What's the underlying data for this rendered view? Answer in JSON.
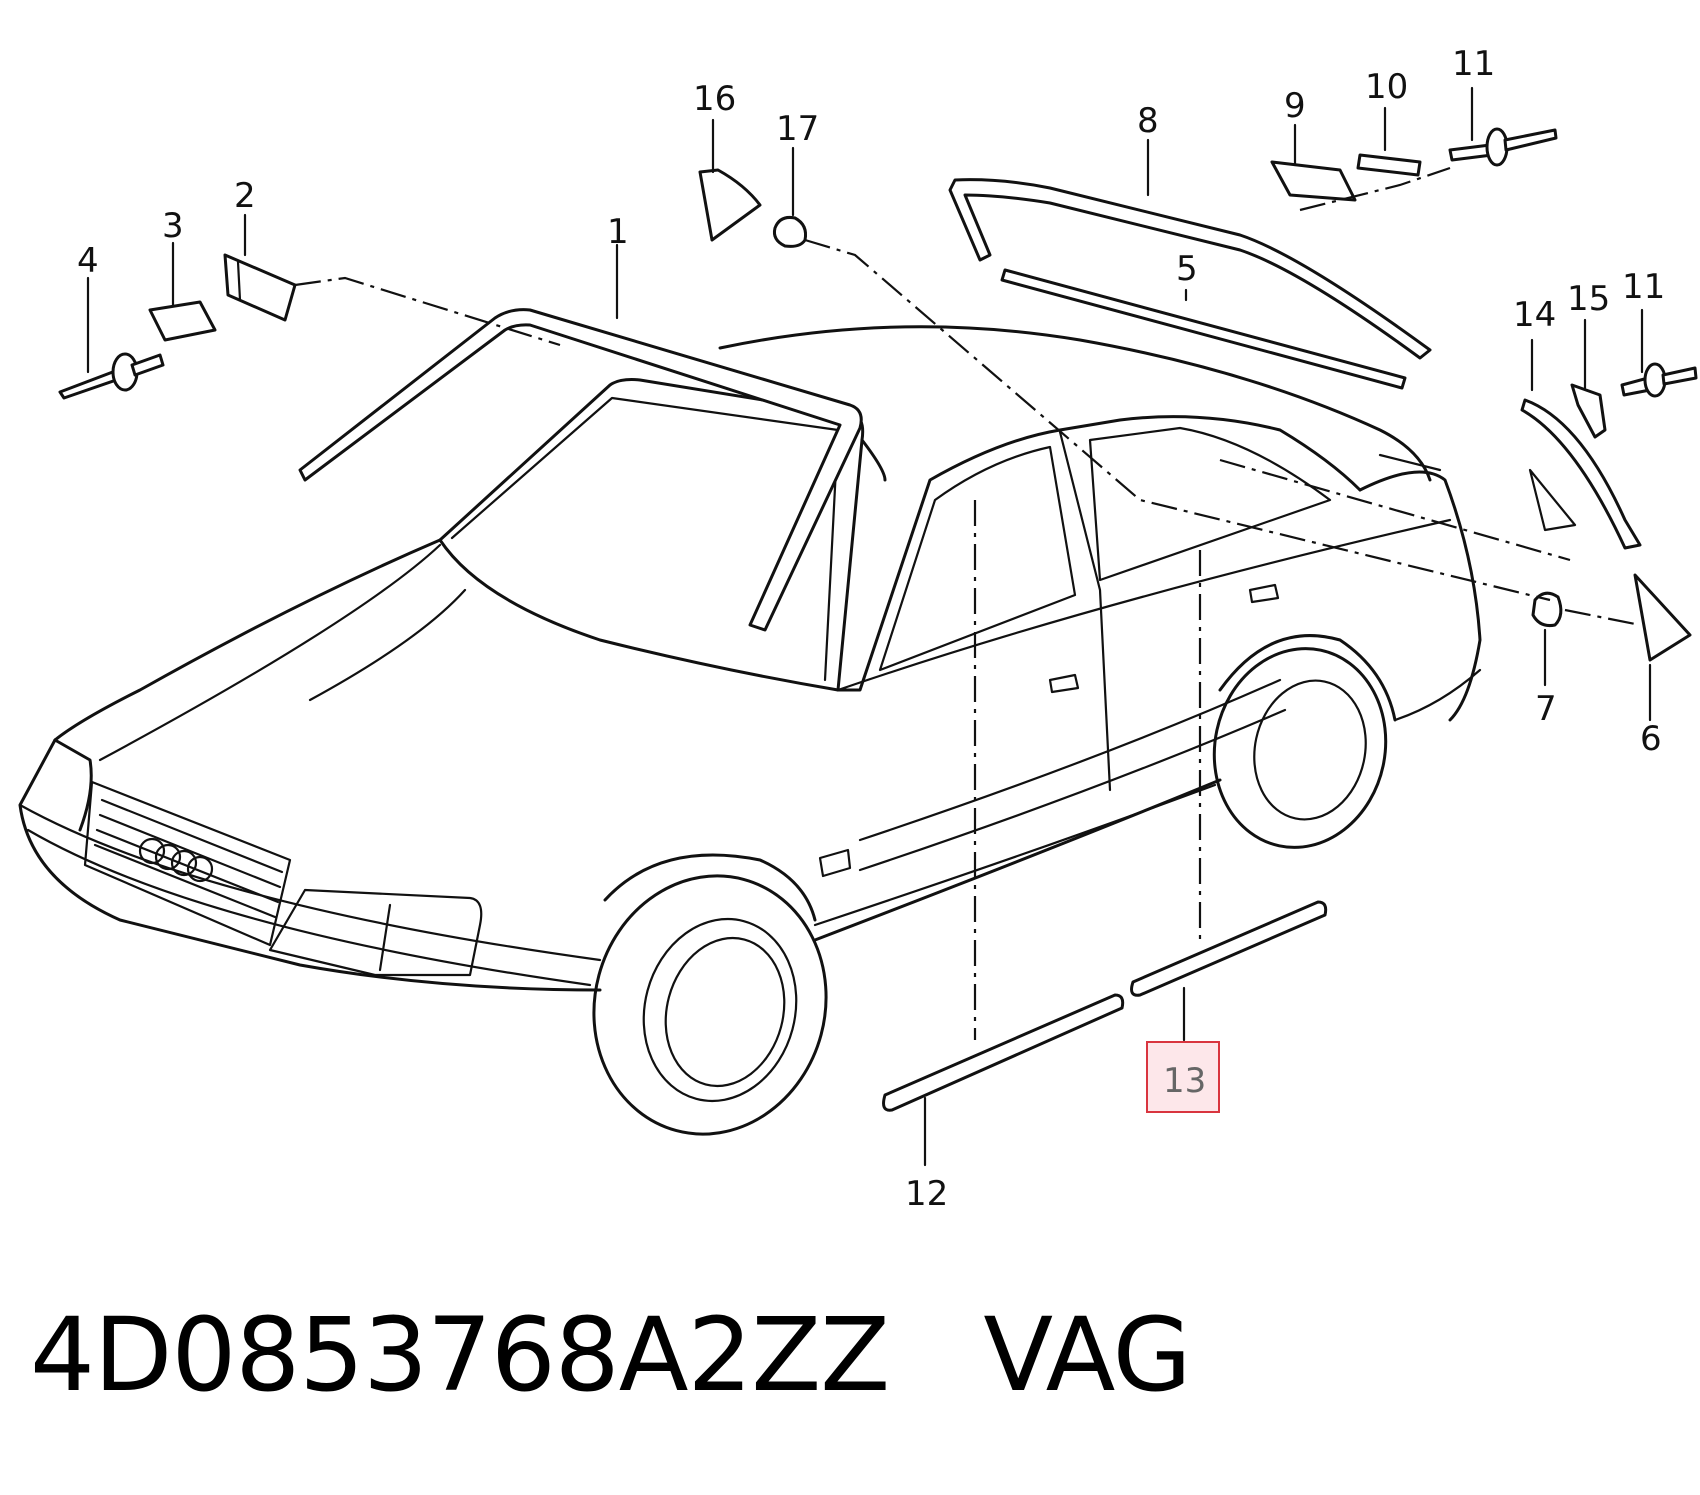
{
  "callouts": {
    "c1": "1",
    "c2": "2",
    "c3": "3",
    "c4": "4",
    "c5": "5",
    "c6": "6",
    "c7": "7",
    "c8": "8",
    "c9": "9",
    "c10": "10",
    "c11a": "11",
    "c11b": "11",
    "c12": "12",
    "c13": "13",
    "c14": "14",
    "c15": "15",
    "c16": "16",
    "c17": "17"
  },
  "highlighted_part": "13",
  "caption": {
    "part_number": "4D0853768A2ZZ",
    "brand": "VAG",
    "text": "4D0853768A2ZZ   VAG"
  },
  "colors": {
    "line": "#111111",
    "highlight_border": "#d9353f",
    "highlight_fill": "#fde7ea"
  }
}
